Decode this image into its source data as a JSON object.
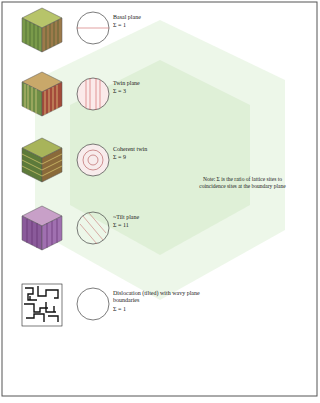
{
  "diagram": {
    "labels": [
      "Basal plane",
      "Σ = 1",
      "Twin plane",
      "Σ = 3",
      "Coherent twin",
      "Σ = 9",
      "~Tilt plane",
      "Σ = 11",
      "Dislocation (tilted) with wavy plane boundaries",
      "Σ = 1",
      "Note: Σ is the ratio of lattice sites to coincidence sites at the boundary plane"
    ]
  }
}
